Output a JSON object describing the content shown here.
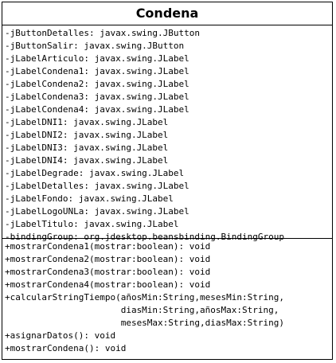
{
  "class_name": "Condena",
  "attributes": [
    "-jButtonDetalles: javax.swing.JButton",
    "-jButtonSalir: javax.swing.JButton",
    "-jLabelArticulo: javax.swing.JLabel",
    "-jLabelCondena1: javax.swing.JLabel",
    "-jLabelCondena2: javax.swing.JLabel",
    "-jLabelCondena3: javax.swing.JLabel",
    "-jLabelCondena4: javax.swing.JLabel",
    "-jLabelDNI1: javax.swing.JLabel",
    "-jLabelDNI2: javax.swing.JLabel",
    "-jLabelDNI3: javax.swing.JLabel",
    "-jLabelDNI4: javax.swing.JLabel",
    "-jLabelDegrade: javax.swing.JLabel",
    "-jLabelDetalles: javax.swing.JLabel",
    "-jLabelFondo: javax.swing.JLabel",
    "-jLabelLogoUNLa: javax.swing.JLabel",
    "-jLabelTitulo: javax.swing.JLabel",
    "-bindingGroup: org.jdesktop.beansbinding.BindingGroup"
  ],
  "operations": [
    "+mostrarCondena1(mostrar:boolean): void",
    "+mostrarCondena2(mostrar:boolean): void",
    "+mostrarCondena3(mostrar:boolean): void",
    "+mostrarCondena4(mostrar:boolean): void",
    "+calcularStringTiempo(añosMin:String,mesesMin:String,",
    "                      diasMin:String,añosMax:String,",
    "                      mesesMax:String,diasMax:String)",
    "+asignarDatos(): void",
    "+mostrarCondena(): void"
  ]
}
